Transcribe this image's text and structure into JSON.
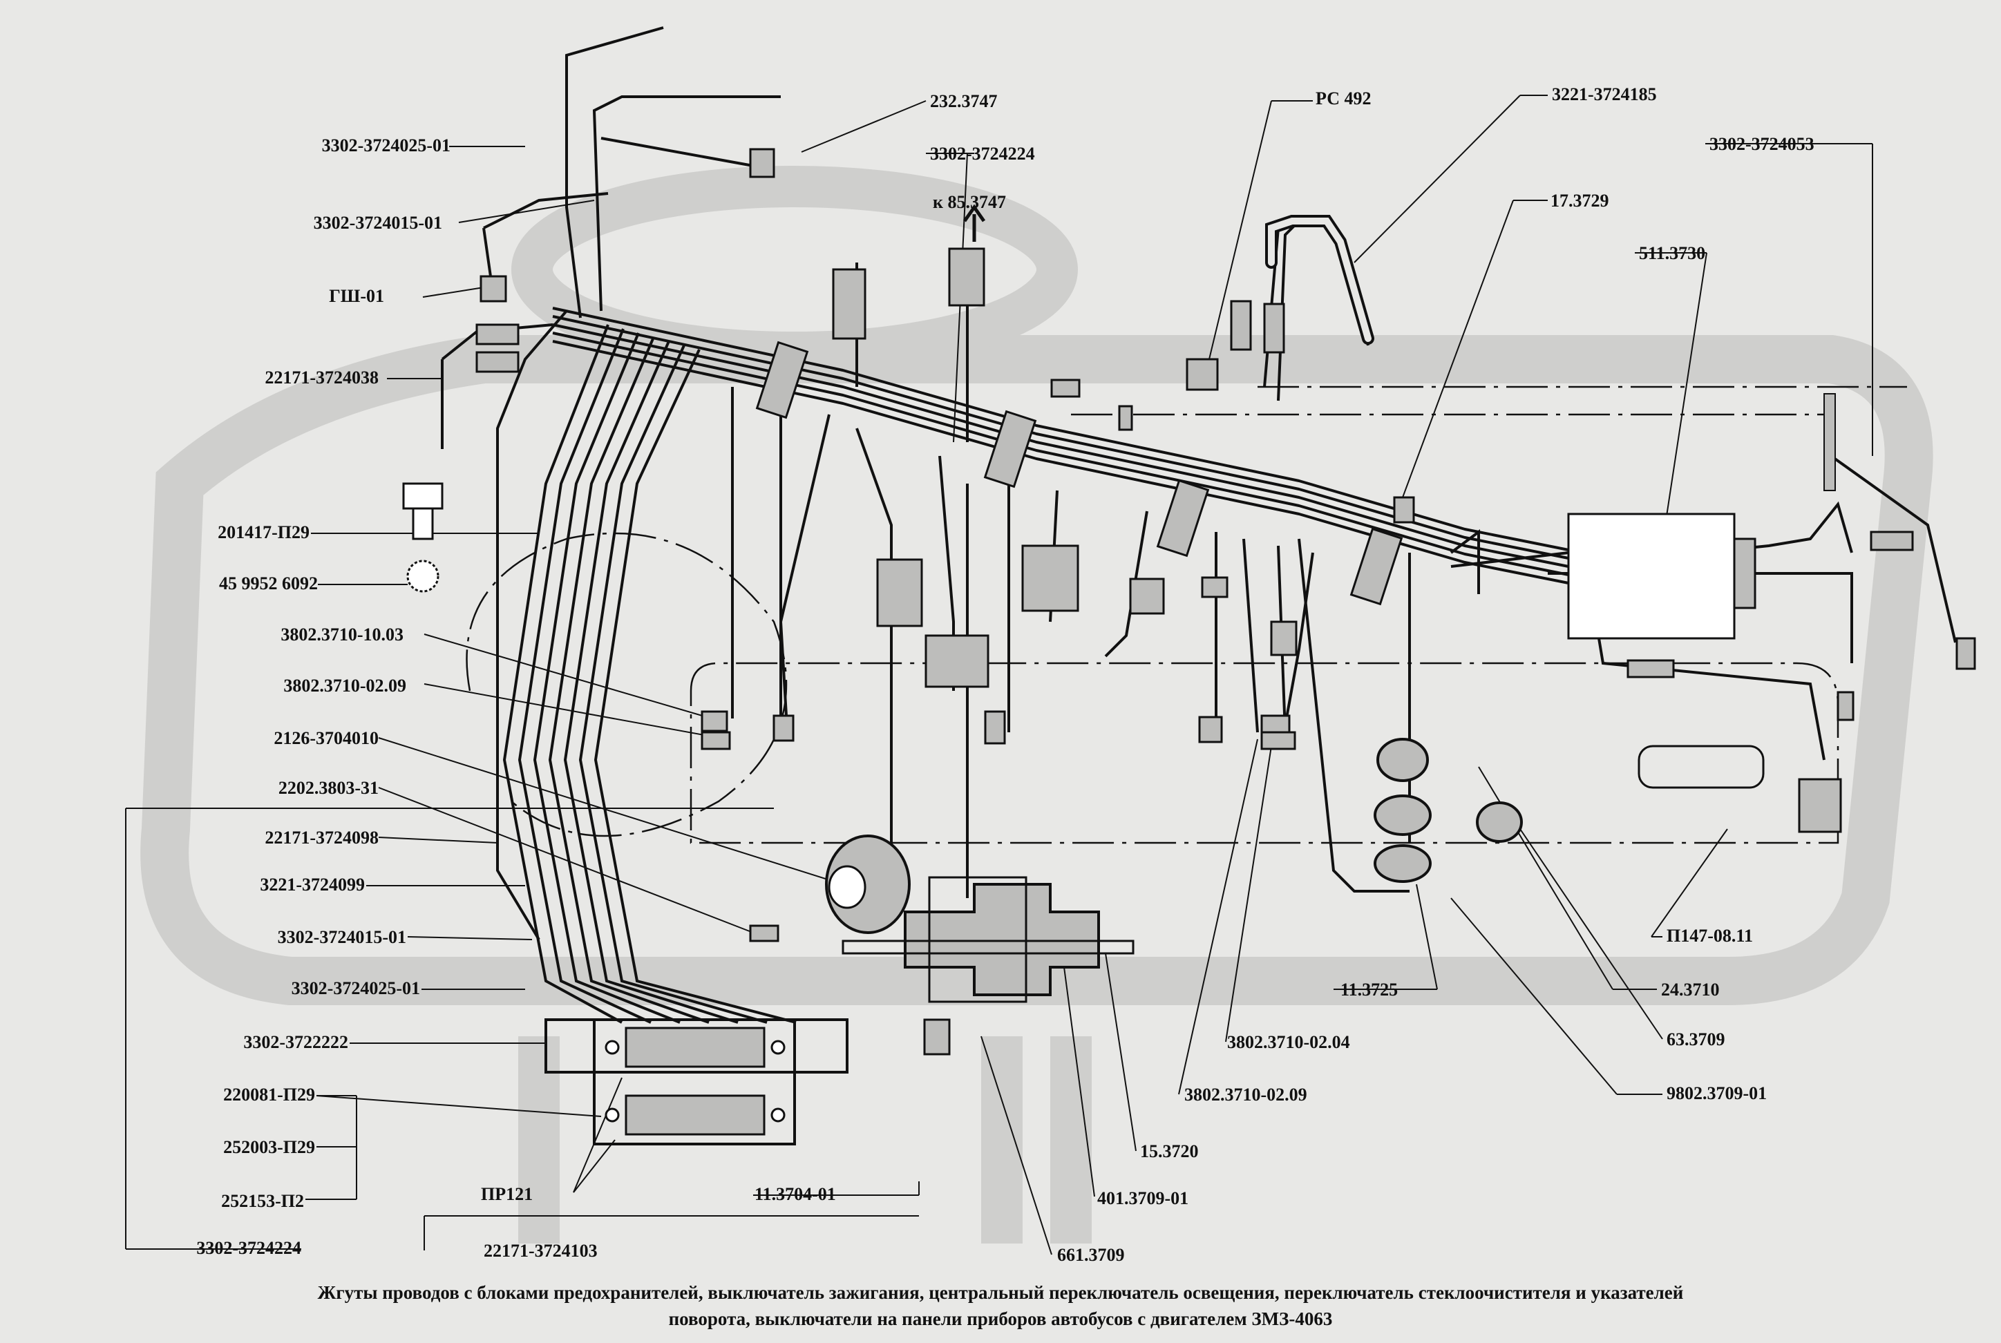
{
  "colors": {
    "background": "#e8e8e6",
    "watermark": "#cfcfcd",
    "wire": "#111111",
    "fill": "#bdbdbb"
  },
  "labels": {
    "l_3302_3724025_01_top": "3302-3724025-01",
    "l_3302_3724015_01_top": "3302-3724015-01",
    "l_gsh_01": "ГШ-01",
    "l_22171_3724038": "22171-3724038",
    "l_201417_p29": "201417-П29",
    "l_45_9952_6092": "45  9952  6092",
    "l_3802_3710_10_03": "3802.3710-10.03",
    "l_3802_3710_02_09_left": "3802.3710-02.09",
    "l_2126_3704010": "2126-3704010",
    "l_2202_3803_31": "2202.3803-31",
    "l_22171_3724098": "22171-3724098",
    "l_3221_3724099": "3221-3724099",
    "l_3302_3724015_01_bottom": "3302-3724015-01",
    "l_3302_3724025_01_bottom": "3302-3724025-01",
    "l_3302_3722222": "3302-3722222",
    "l_220081_p29": "220081-П29",
    "l_252003_p29": "252003-П29",
    "l_252153_p2": "252153-П2",
    "l_3302_3724224_bottom": "3302-3724224",
    "l_pr121": "ПР121",
    "l_22171_3724103": "22171-3724103",
    "l_11_3704_01": "11.3704-01",
    "l_232_3747": "232.3747",
    "l_3302_3724224_top": "3302-3724224",
    "l_k_85_3747": "к  85.3747",
    "l_rs_492": "РС 492",
    "l_3221_3724185": "3221-3724185",
    "l_3302_3724053": "3302-3724053",
    "l_17_3729": "17.3729",
    "l_511_3730": "511.3730",
    "l_p147_08_11": "П147-08.11",
    "l_24_3710": "24.3710",
    "l_11_3725": "11.3725",
    "l_63_3709": "63.3709",
    "l_3802_3710_02_04": "3802.3710-02.04",
    "l_9802_3709_01": "9802.3709-01",
    "l_3802_3710_02_09_bottom": "3802.3710-02.09",
    "l_15_3720": "15.3720",
    "l_401_3709_01": "401.3709-01",
    "l_661_3709": "661.3709"
  },
  "caption": {
    "line1": "Жгуты проводов с блоками   предохранителей,  выключатель  зажигания,  центральный   переключатель  освещения,  переключатель  стеклоочистителя и указателей",
    "line2": "поворота,  выключатели на панели приборов  автобусов с двигателем ЗМЗ-4063"
  }
}
